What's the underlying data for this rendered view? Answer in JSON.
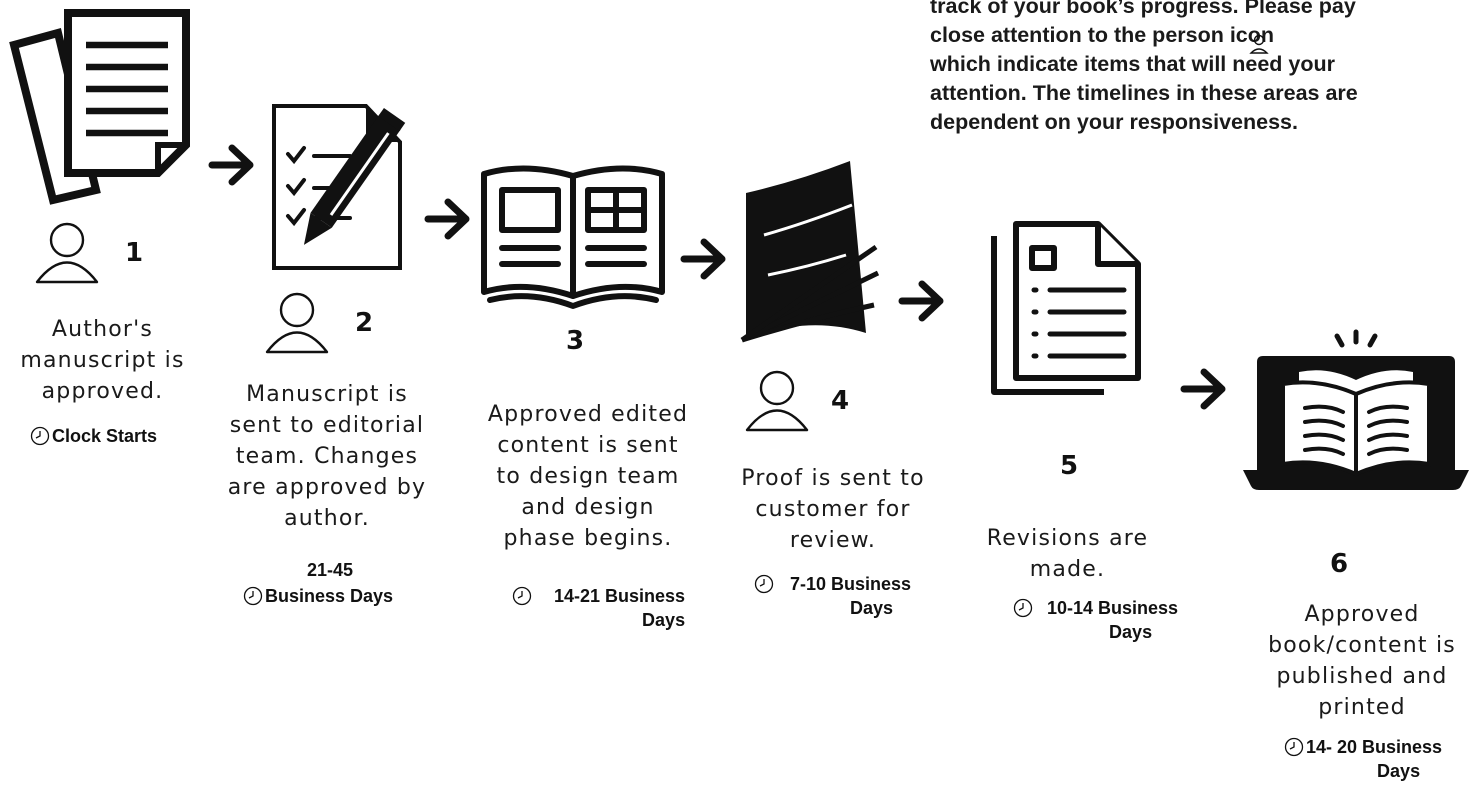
{
  "intro": {
    "lines": [
      "track of your book’s progress. Please pay",
      "close attention to the person icon",
      "which indicate items that will need your",
      "attention. The timelines in these areas are",
      "dependent on your responsiveness."
    ]
  },
  "steps": [
    {
      "number": "1",
      "lines": [
        "Author's",
        "manuscript is",
        "approved."
      ],
      "time": [
        "Clock Starts"
      ]
    },
    {
      "number": "2",
      "lines": [
        "Manuscript is",
        "sent to editorial",
        "team. Changes",
        "are approved by",
        "author."
      ],
      "time_top": "21-45",
      "time": [
        "Business Days"
      ]
    },
    {
      "number": "3",
      "lines": [
        "Approved edited",
        "content is sent",
        "to design team",
        "and design",
        "phase begins."
      ],
      "time": [
        "14-21  Business",
        "Days"
      ]
    },
    {
      "number": "4",
      "lines": [
        "Proof is sent to",
        "customer for",
        "review."
      ],
      "time": [
        "7-10 Business",
        "Days"
      ]
    },
    {
      "number": "5",
      "lines": [
        "Revisions are",
        "made."
      ],
      "time": [
        "10-14 Business",
        "Days"
      ]
    },
    {
      "number": "6",
      "lines": [
        "Approved",
        "book/content is",
        "published and",
        "printed"
      ],
      "time": [
        "14- 20 Business",
        "Days"
      ]
    }
  ],
  "icons": {
    "person": "person-outline-icon",
    "clock": "clock-icon",
    "arrow": "arrow-right-icon"
  }
}
